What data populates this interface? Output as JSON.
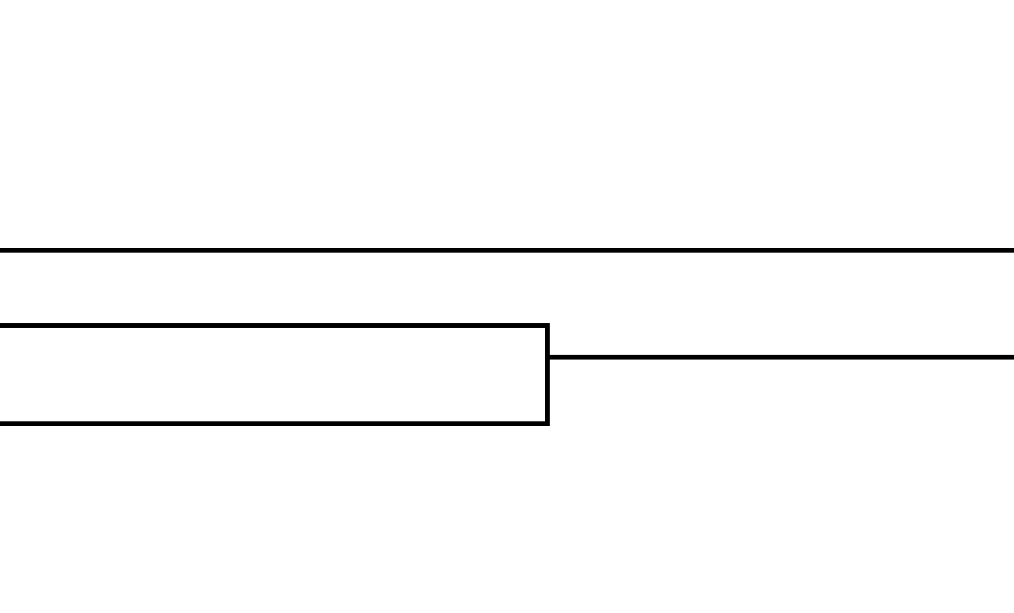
{
  "diagram": {
    "stroke_color": "#000000",
    "background_color": "#ffffff",
    "elements": [
      {
        "id": "upper-horizontal-line",
        "kind": "line"
      },
      {
        "id": "left-bracket-box",
        "kind": "open-box"
      },
      {
        "id": "right-horizontal-connector",
        "kind": "line"
      }
    ]
  }
}
